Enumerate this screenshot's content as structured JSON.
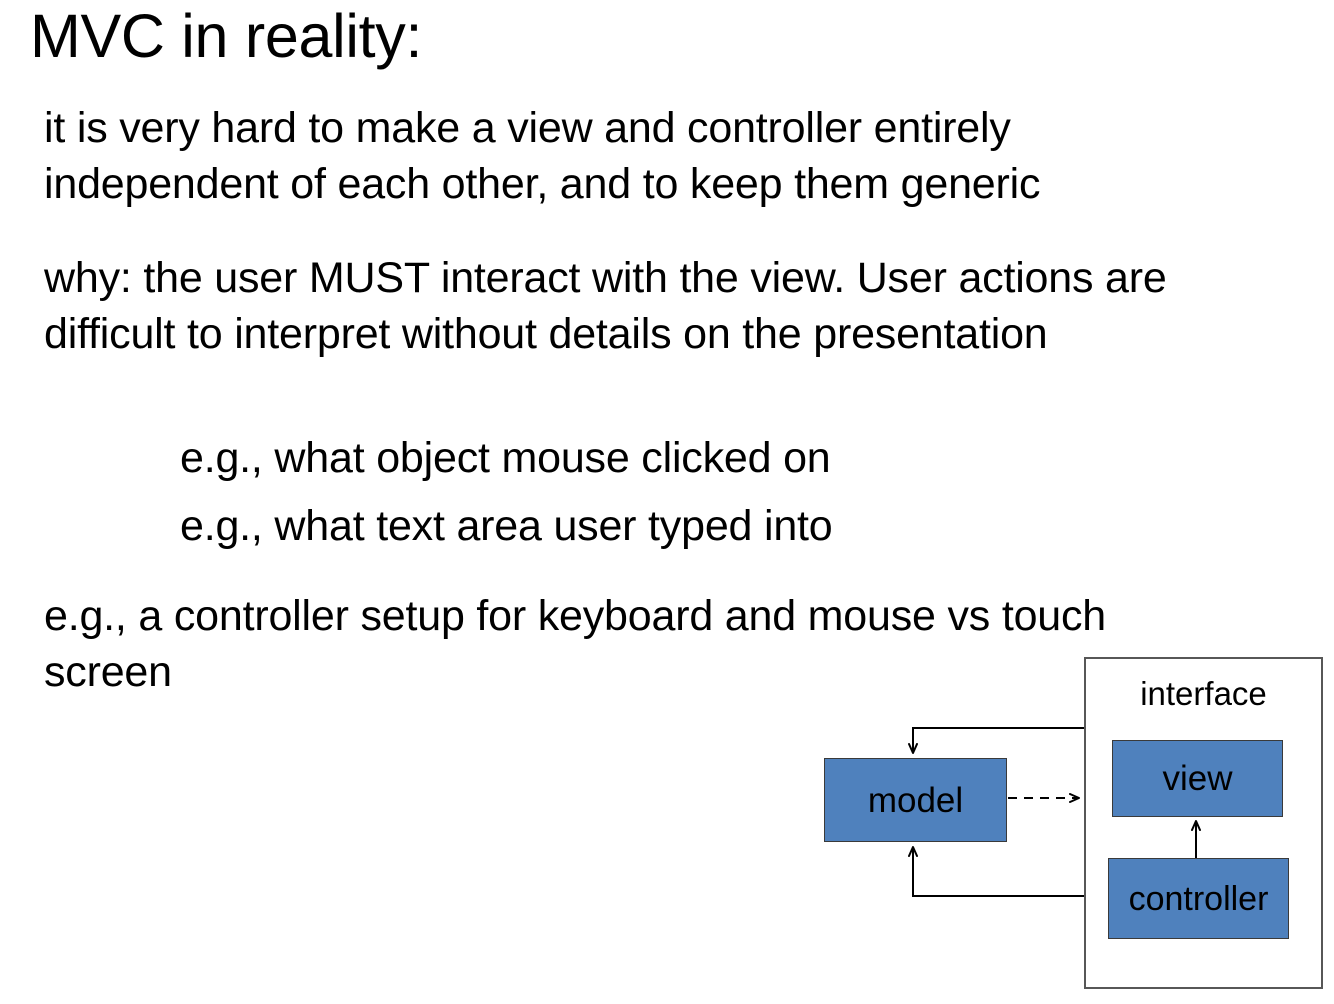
{
  "slide": {
    "title": "MVC in reality:",
    "paragraphs": [
      "it is very hard to make a view and controller entirely independent of each other, and to keep them generic",
      "why: the user MUST interact with the view. User actions are difficult to interpret without details on the presentation"
    ],
    "examples": [
      "e.g., what object mouse clicked on",
      "e.g., what text area user typed into"
    ],
    "closing": "e.g., a controller setup for keyboard and mouse vs touch screen"
  },
  "diagram": {
    "container_label": "interface",
    "nodes": {
      "model": "model",
      "view": "view",
      "controller": "controller"
    },
    "colors": {
      "node_fill": "#4f81bd",
      "node_stroke": "#3a3a3a",
      "container_stroke": "#575757",
      "arrow": "#000000"
    },
    "edges": [
      {
        "name": "model-to-interface",
        "from": "model",
        "to": "interface",
        "style": "dashed",
        "arrow": "to"
      },
      {
        "name": "interface-to-model-top",
        "from": "interface",
        "to": "model",
        "style": "solid",
        "arrow": "to"
      },
      {
        "name": "interface-to-model-bottom",
        "from": "interface",
        "to": "model",
        "style": "solid",
        "arrow": "to"
      },
      {
        "name": "controller-to-view",
        "from": "controller",
        "to": "view",
        "style": "solid",
        "arrow": "to"
      }
    ]
  }
}
